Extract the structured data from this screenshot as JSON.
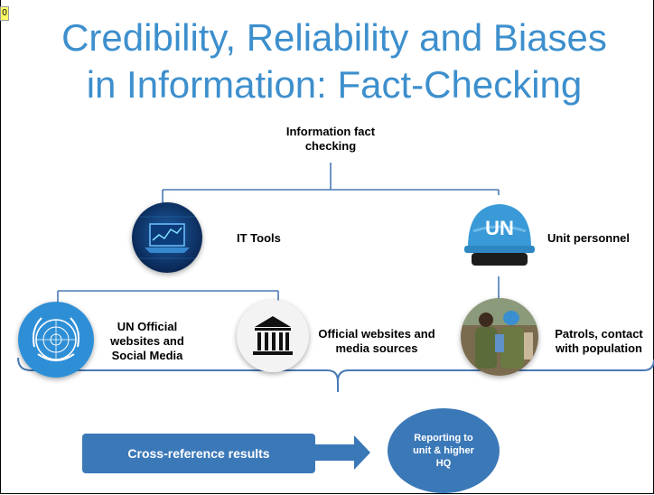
{
  "slide_number": "0",
  "title_line1": "Credibility, Reliability and Biases",
  "title_line2": "in Information: Fact-Checking",
  "root": {
    "line1": "Information fact",
    "line2": "checking"
  },
  "it_tools": {
    "label": "IT Tools",
    "icon": "laptop-icon"
  },
  "unit_personnel": {
    "label": "Unit personnel",
    "icon": "un-helmet-icon",
    "helmet_text": "UN"
  },
  "un_official": {
    "line1": "UN Official",
    "line2": "websites and",
    "line3": "Social Media",
    "icon": "un-emblem-icon"
  },
  "official_websites": {
    "line1": "Official websites and",
    "line2": "media sources",
    "icon": "building-icon"
  },
  "patrols": {
    "line1": "Patrols, contact",
    "line2": "with population",
    "icon": "patrol-photo"
  },
  "cross_reference": {
    "label": "Cross-reference results"
  },
  "reporting": {
    "label": "Reporting to unit & higher HQ"
  },
  "colors": {
    "title": "#3d8fcd",
    "connector": "#4a7ab5",
    "box": "#3b78b8"
  }
}
